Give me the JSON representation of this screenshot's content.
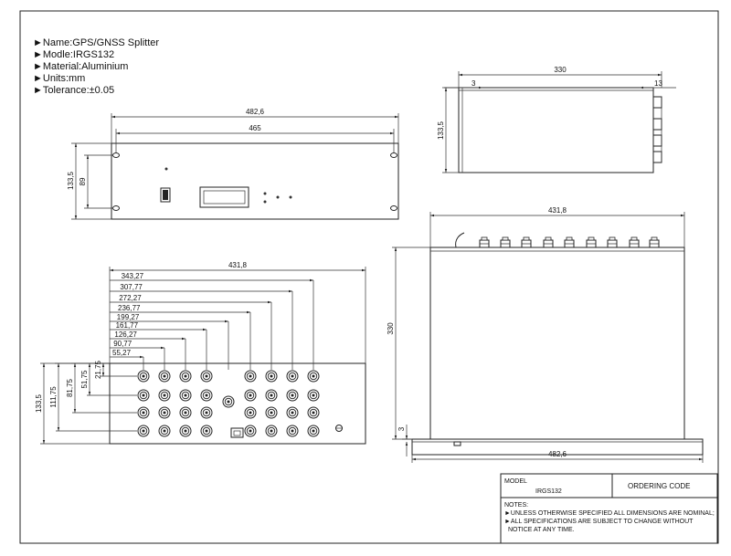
{
  "specs": [
    "►Name:GPS/GNSS  Splitter",
    "►Modle:IRGS132",
    "►Material:Aluminium",
    "►Units:mm",
    "►Tolerance:±0.05"
  ],
  "front": {
    "w_total": "482,6",
    "w_holes": "465",
    "h_total": "133,5",
    "h_holes": "89"
  },
  "side": {
    "w": "330",
    "left": "3",
    "right": "13",
    "h": "133,5"
  },
  "rear": {
    "w": "431,8",
    "x_dims": [
      "343,27",
      "307,77",
      "272,27",
      "236,77",
      "199,27",
      "161,77",
      "126,27",
      "90,77",
      "55,27"
    ],
    "y_dims": [
      "21,75",
      "51,75",
      "81,75",
      "111,75"
    ],
    "h": "133,5"
  },
  "top": {
    "w_top": "431,8",
    "depth": "330",
    "foot": "3",
    "w_bottom": "482,6"
  },
  "title_block": {
    "model_label": "MODEL",
    "model_value": "IRGS132",
    "ordering_code": "ORDERING CODE",
    "notes_label": "NOTES:",
    "note1": "►UNLESS OTHERWISE SPECIFIED ALL DIMENSIONS ARE NOMINAL;",
    "note2": "►ALL SPECIFICATIONS ARE SUBJECT TO CHANGE WITHOUT",
    "note3": "NOTICE AT ANY TIME."
  }
}
